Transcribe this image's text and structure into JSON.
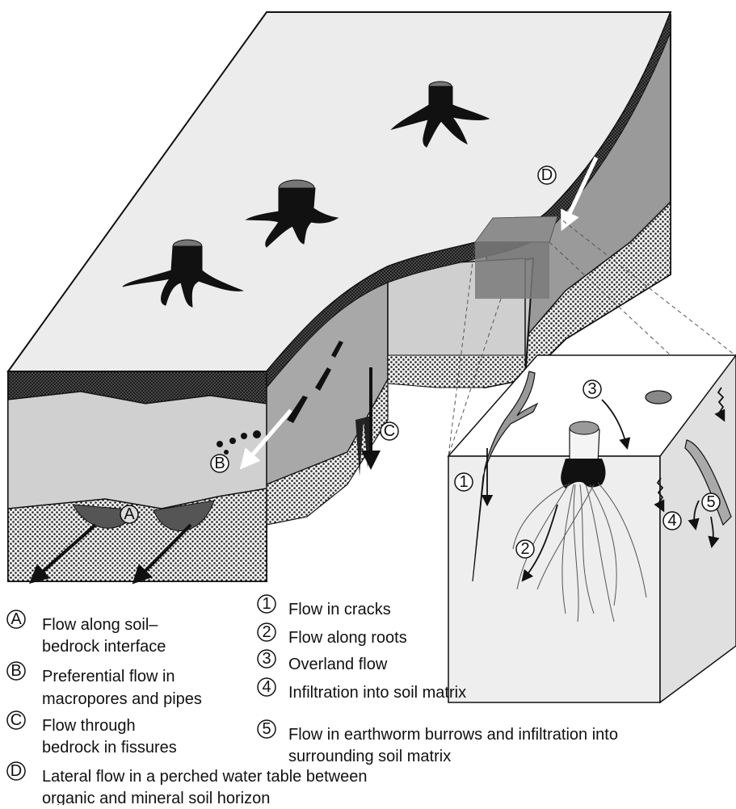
{
  "markers": {
    "A": "A",
    "B": "B",
    "C": "C",
    "D": "D",
    "n1": "1",
    "n2": "2",
    "n3": "3",
    "n4": "4",
    "n5": "5"
  },
  "legend": {
    "A": {
      "marker": "A",
      "lines": [
        "Flow along soil–",
        "bedrock interface"
      ]
    },
    "B": {
      "marker": "B",
      "lines": [
        "Preferential flow in",
        "macropores and pipes"
      ]
    },
    "C": {
      "marker": "C",
      "lines": [
        "Flow through",
        "bedrock in fissures"
      ]
    },
    "D": {
      "marker": "D",
      "lines": [
        "Lateral flow in a perched water table between",
        "organic and mineral soil horizon"
      ]
    },
    "n1": {
      "marker": "1",
      "lines": [
        "Flow in cracks"
      ]
    },
    "n2": {
      "marker": "2",
      "lines": [
        "Flow along roots"
      ]
    },
    "n3": {
      "marker": "3",
      "lines": [
        "Overland flow"
      ]
    },
    "n4": {
      "marker": "4",
      "lines": [
        "Infiltration into soil matrix"
      ]
    },
    "n5": {
      "marker": "5",
      "lines": [
        "Flow in earthworm burrows and infiltration into",
        "surrounding soil matrix"
      ]
    }
  }
}
